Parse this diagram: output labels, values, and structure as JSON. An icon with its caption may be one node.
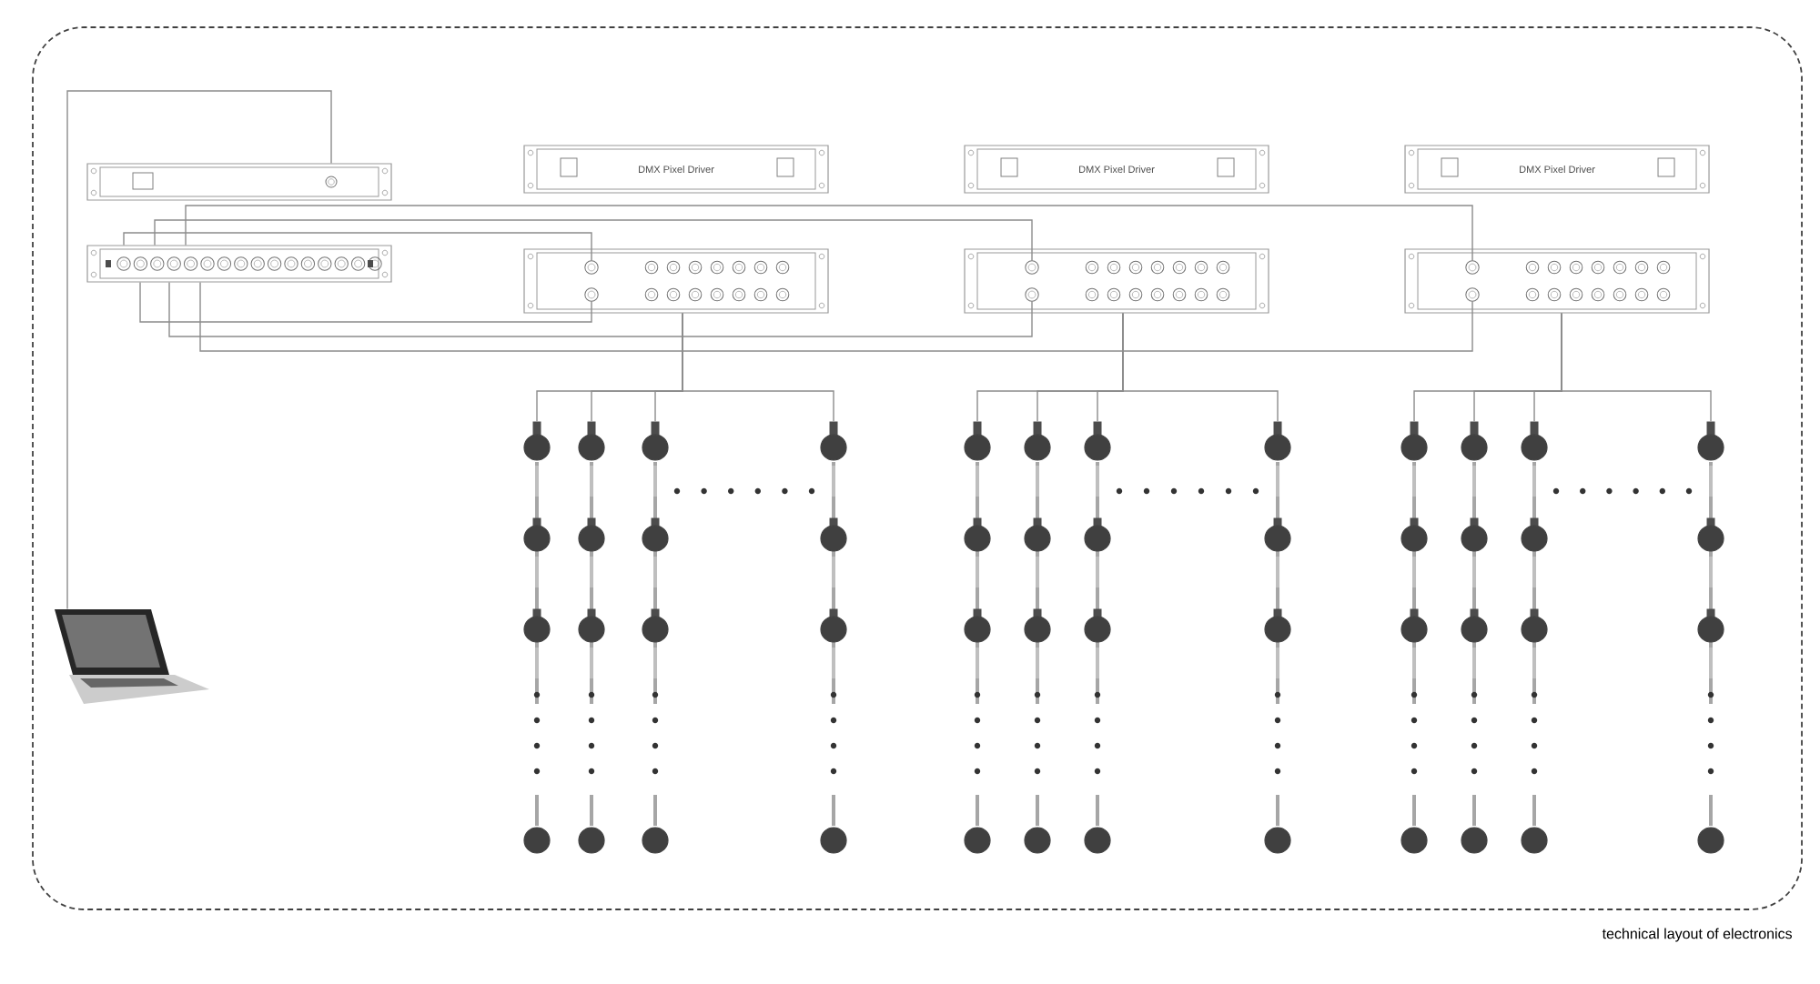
{
  "diagram": {
    "caption": "technical layout of electronics",
    "nodes": [
      {
        "text": [],
        "shape": "picture"
      },
      {
        "text": [],
        "shape": "box"
      },
      {
        "text": [],
        "shape": "box"
      },
      {
        "text": [
          "DMX Pixel Driver"
        ]
      },
      {
        "text": [
          "DMX Pixel Driver"
        ]
      },
      {
        "text": [
          "DMX Pixel Driver"
        ]
      },
      {
        "text": [],
        "shape": "box"
      },
      {
        "text": [],
        "shape": "box"
      },
      {
        "text": [],
        "shape": "box"
      },
      {
        "text": [],
        "shape": "chain"
      },
      {
        "text": [],
        "shape": "chain"
      },
      {
        "text": [],
        "shape": "chain"
      },
      {
        "text": [],
        "shape": "chain"
      },
      {
        "text": [],
        "shape": "chain"
      },
      {
        "text": [],
        "shape": "chain"
      },
      {
        "text": [],
        "shape": "chain"
      },
      {
        "text": [],
        "shape": "chain"
      },
      {
        "text": [],
        "shape": "chain"
      },
      {
        "text": [],
        "shape": "chain"
      },
      {
        "text": [],
        "shape": "chain"
      },
      {
        "text": [],
        "shape": "chain"
      }
    ],
    "edges": [
      {
        "from": 0,
        "to": 1,
        "arrow": "none"
      },
      {
        "from": 2,
        "to": 6,
        "arrow": "none"
      },
      {
        "from": 2,
        "to": 7,
        "arrow": "none"
      },
      {
        "from": 2,
        "to": 8,
        "arrow": "none"
      },
      {
        "from": 2,
        "to": 6,
        "arrow": "none"
      },
      {
        "from": 2,
        "to": 7,
        "arrow": "none"
      },
      {
        "from": 2,
        "to": 8,
        "arrow": "none"
      },
      {
        "from": 6,
        "to": 9,
        "arrow": "none"
      },
      {
        "from": 6,
        "to": 10,
        "arrow": "none"
      },
      {
        "from": 6,
        "to": 11,
        "arrow": "none"
      },
      {
        "from": 6,
        "to": 12,
        "arrow": "none"
      },
      {
        "from": 7,
        "to": 13,
        "arrow": "none"
      },
      {
        "from": 7,
        "to": 14,
        "arrow": "none"
      },
      {
        "from": 7,
        "to": 15,
        "arrow": "none"
      },
      {
        "from": 7,
        "to": 16,
        "arrow": "none"
      },
      {
        "from": 8,
        "to": 17,
        "arrow": "none"
      },
      {
        "from": 8,
        "to": 18,
        "arrow": "none"
      },
      {
        "from": 8,
        "to": 19,
        "arrow": "none"
      },
      {
        "from": 8,
        "to": 20,
        "arrow": "none"
      }
    ]
  }
}
